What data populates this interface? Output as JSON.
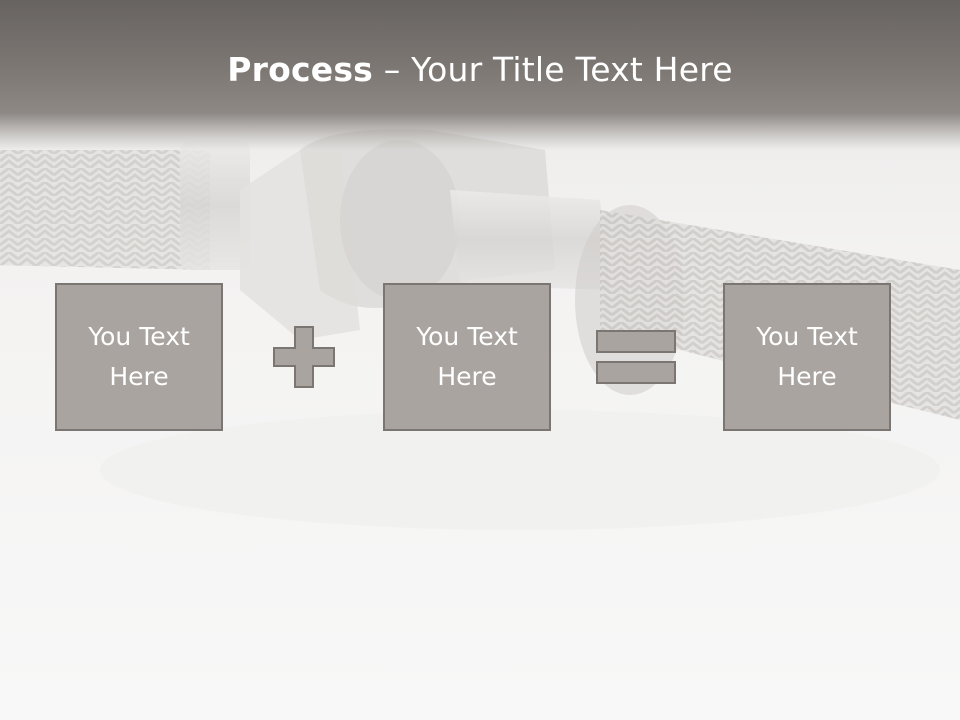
{
  "slide": {
    "title_bold": "Process",
    "title_rest": "– Your Title Text Here"
  },
  "process": {
    "boxes": [
      {
        "line1": "You Text",
        "line2": "Here"
      },
      {
        "line1": "You Text",
        "line2": "Here"
      },
      {
        "line1": "You Text",
        "line2": "Here"
      }
    ],
    "operators": [
      "plus-icon",
      "equals-icon"
    ]
  },
  "colors": {
    "title_band": "#7c7773",
    "box_fill": "#a9a4a0",
    "box_border": "#7b7672",
    "text": "#ffffff"
  }
}
